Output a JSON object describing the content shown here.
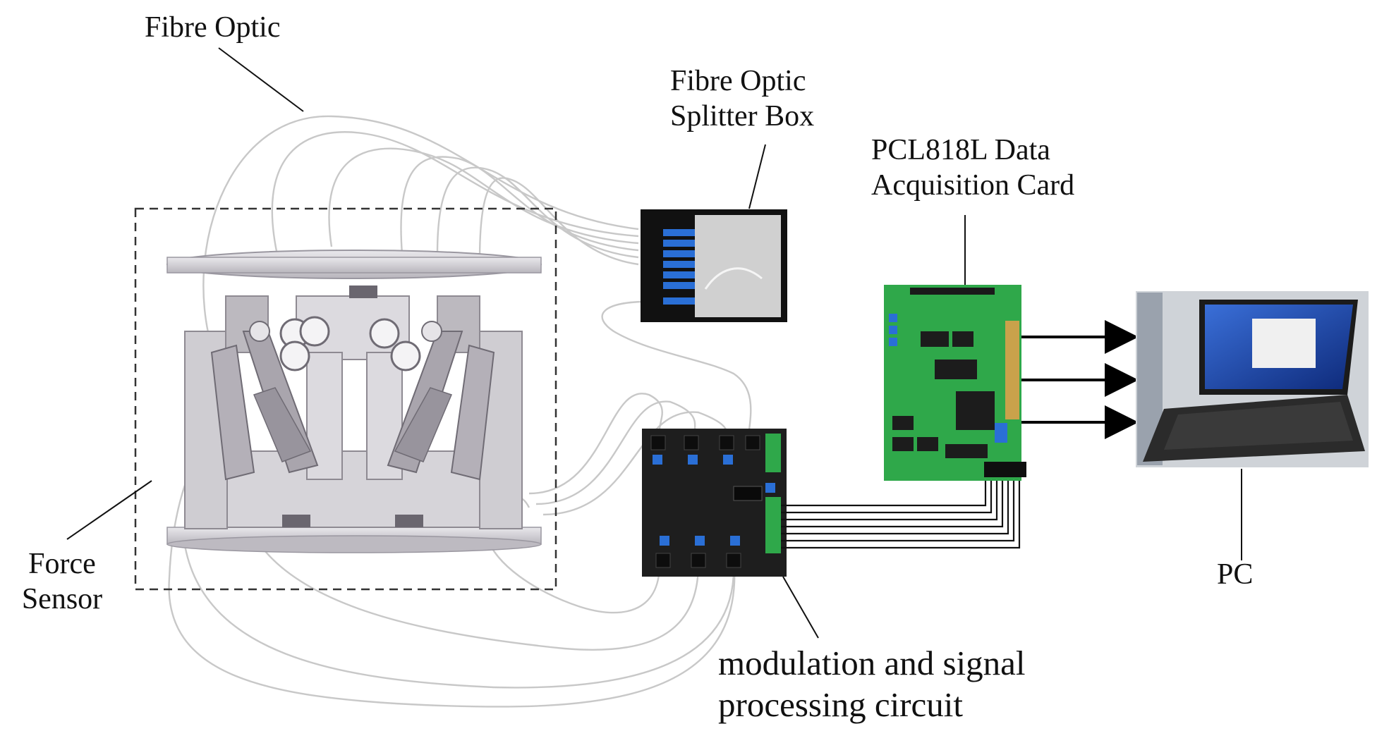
{
  "labels": {
    "fibre_optic": "Fibre Optic",
    "splitter_box": [
      "Fibre Optic",
      "Splitter Box"
    ],
    "daq_card": [
      "PCL818L Data",
      "Acquisition Card"
    ],
    "force_sensor": [
      "Force",
      "Sensor"
    ],
    "pc": "PC",
    "circuit": [
      "modulation and signal",
      "processing circuit"
    ]
  },
  "colors": {
    "fibre": "#c8c8c8",
    "sensor_metal": "#cfcdd2",
    "sensor_dark": "#8e8a92",
    "pcb_green": "#2fa84a",
    "pcb_dark": "#1e1e1e",
    "connector_blue": "#2a6fd6",
    "arrow": "#000000"
  }
}
